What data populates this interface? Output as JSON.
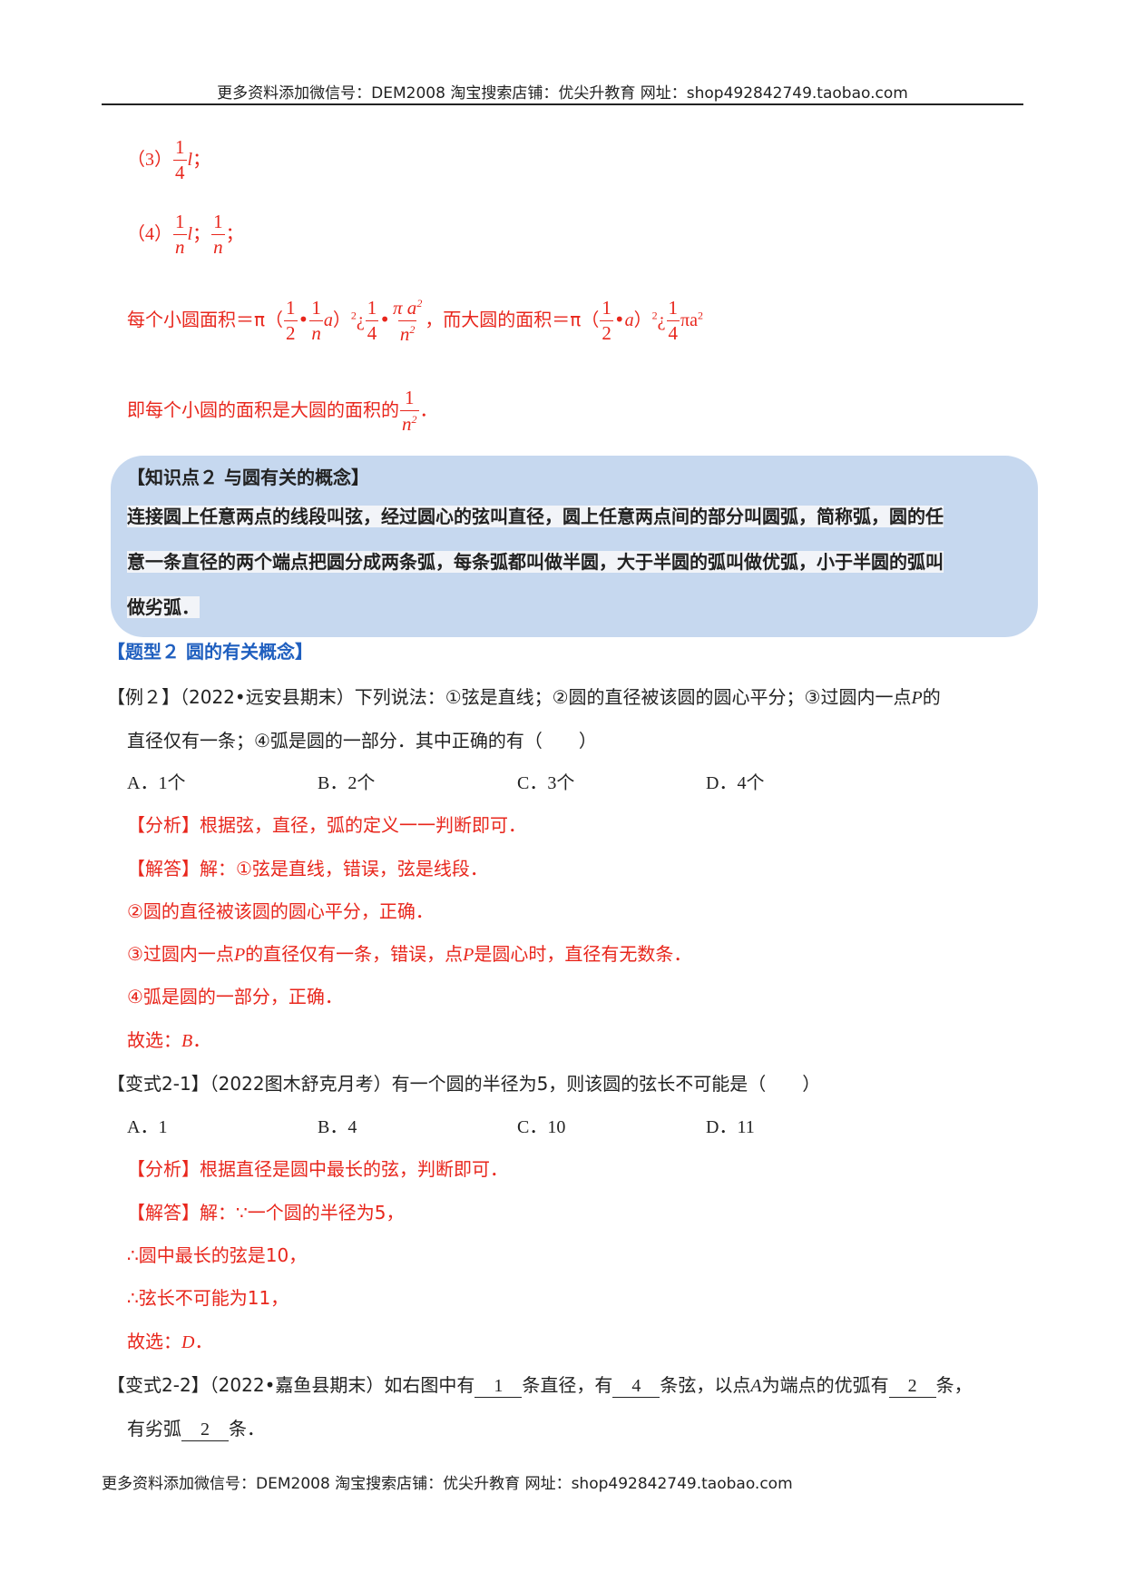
{
  "header_text": "更多资料添加微信号：DEM2008 淘宝搜索店铺：优尖升教育 网址：shop492842749.taobao.com",
  "footer_text": "更多资料添加微信号：DEM2008 淘宝搜索店铺：优尖升教育 网址：shop492842749.taobao.com",
  "answer3": {
    "label": "（3）",
    "num": "1",
    "den": "4",
    "var": "l",
    "end": "；"
  },
  "answer4": {
    "label": "（4）",
    "num1": "1",
    "den1": "n",
    "var": "l",
    "sep": "；",
    "num2": "1",
    "den2": "n",
    "end": "；"
  },
  "area_line": {
    "t1": "每个小圆面积＝π（",
    "f1n": "1",
    "f1d": "2",
    "dot1": "•",
    "f2n": "1",
    "f2d": "n",
    "a1": "a",
    "t2": "）",
    "sup1": "2",
    "q1": "¿",
    "f3n": "1",
    "f3d": "4",
    "dot2": "•",
    "f4n": "π a",
    "f4nsup": "2",
    "f4d": "n",
    "f4dsup": "2",
    "t3": "，而大圆的面积＝π（",
    "f5n": "1",
    "f5d": "2",
    "dot3": "•",
    "a2": "a",
    "t4": "）",
    "sup2": "2",
    "q2": "¿",
    "f6n": "1",
    "f6d": "4",
    "t5": "πa",
    "sup3": "2"
  },
  "conclusion": {
    "text": "即每个小圆的面积是大圆的面积的",
    "num": "1",
    "den": "n",
    "densup": "2",
    "end": "．"
  },
  "knowledge": {
    "title": "【知识点２ 与圆有关的概念】",
    "lines": [
      "连接圆上任意两点的线段叫弦，经过圆心的弦叫直径，圆上任意两点间的部分叫圆弧，简称弧，圆的任",
      "意一条直径的两个端点把圆分成两条弧，每条弧都叫做半圆，大于半圆的弧叫做优弧，小于半圆的弧叫",
      "做劣弧．"
    ]
  },
  "type2_title": "【题型２ 圆的有关概念】",
  "example2": {
    "line1": "【例２】（2022•远安县期末）下列说法：①弦是直线；②圆的直径被该圆的圆心平分；③过圆内一点",
    "line1_var": "P",
    "line1_end": "的",
    "line2": "直径仅有一条；④弧是圆的一部分．其中正确的有（　　）",
    "options": [
      "A．1个",
      "B．2个",
      "C．3个",
      "D．4个"
    ],
    "analysis": "【分析】根据弦，直径，弧的定义一一判断即可．",
    "solution": [
      "【解答】解：①弦是直线，错误，弦是线段．",
      "②圆的直径被该圆的圆心平分，正确．"
    ],
    "sol3_a": "③过圆内一点",
    "sol3_var1": "P",
    "sol3_b": "的直径仅有一条，错误，点",
    "sol3_var2": "P",
    "sol3_c": "是圆心时，直径有无数条．",
    "sol4": "④弧是圆的一部分，正确．",
    "choice_label": "故选：",
    "choice": "B",
    "choice_end": "．"
  },
  "variant21": {
    "line1": "【变式2-1】（2022图木舒克月考）有一个圆的半径为5，则该圆的弦长不可能是（　　）",
    "options": [
      "A．1",
      "B．4",
      "C．10",
      "D．11"
    ],
    "analysis": "【分析】根据直径是圆中最长的弦，判断即可．",
    "solution": [
      "【解答】解：∵一个圆的半径为5，",
      "∴圆中最长的弦是10，",
      "∴弦长不可能为11，"
    ],
    "choice_label": "故选：",
    "choice": "D",
    "choice_end": "．"
  },
  "variant22": {
    "part1": "【变式2-2】（2022•嘉鱼县期末）如右图中有",
    "blank1": "1",
    "part2": "条直径，有",
    "blank2": "4",
    "part3": "条弦，以点",
    "var": "A",
    "part4": "为端点的优弧有",
    "blank3": "2",
    "part5": "条，",
    "line2a": "有劣弧",
    "blank4": "2",
    "line2b": "条．"
  }
}
